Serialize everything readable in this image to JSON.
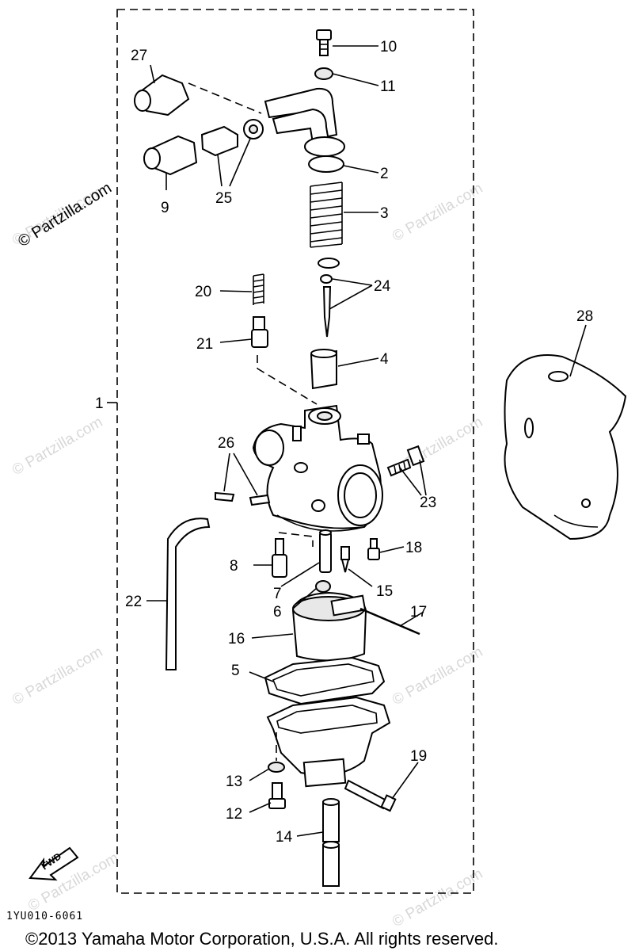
{
  "callouts": {
    "c1": "1",
    "c2": "2",
    "c3": "3",
    "c4": "4",
    "c5": "5",
    "c6": "6",
    "c7": "7",
    "c8": "8",
    "c9": "9",
    "c10": "10",
    "c11": "11",
    "c12": "12",
    "c13": "13",
    "c14": "14",
    "c15": "15",
    "c16": "16",
    "c17": "17",
    "c18": "18",
    "c19": "19",
    "c20": "20",
    "c21": "21",
    "c22": "22",
    "c23": "23",
    "c24": "24",
    "c25": "25",
    "c26": "26",
    "c27": "27",
    "c28": "28"
  },
  "watermark": "© Partzilla.com",
  "fwd_label": "FWD",
  "diagram_code": "1YU010-6061",
  "copyright": "©2013 Yamaha Motor Corporation, U.S.A. All rights reserved."
}
